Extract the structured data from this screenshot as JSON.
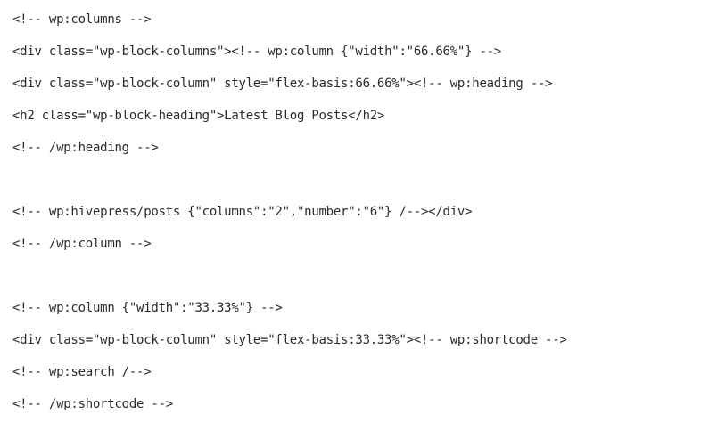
{
  "code": {
    "lines": [
      "<!-- wp:columns -->",
      "<div class=\"wp-block-columns\"><!-- wp:column {\"width\":\"66.66%\"} -->",
      "<div class=\"wp-block-column\" style=\"flex-basis:66.66%\"><!-- wp:heading -->",
      "<h2 class=\"wp-block-heading\">Latest Blog Posts</h2>",
      "<!-- /wp:heading -->",
      "<!-- wp:hivepress/posts {\"columns\":\"2\",\"number\":\"6\"} /--></div>",
      "<!-- /wp:column -->",
      "<!-- wp:column {\"width\":\"33.33%\"} -->",
      "<div class=\"wp-block-column\" style=\"flex-basis:33.33%\"><!-- wp:shortcode -->",
      "<!-- wp:search /-->",
      "<!-- /wp:shortcode -->"
    ]
  }
}
